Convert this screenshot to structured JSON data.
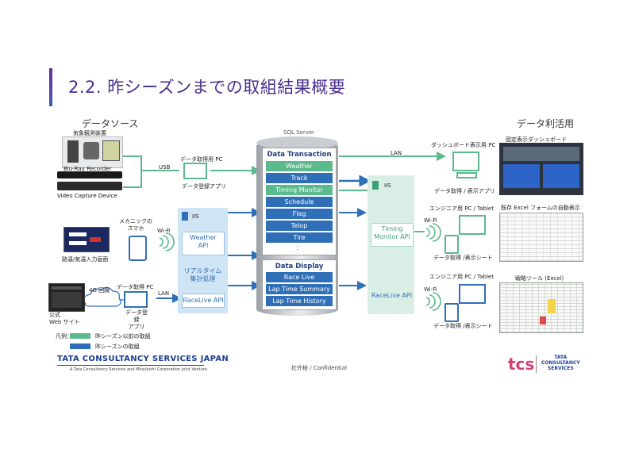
{
  "title": "2.2. 昨シーズンまでの取組結果概要",
  "sections": {
    "sources": "データソース",
    "usage": "データ利活用",
    "sql": "SQL Server"
  },
  "sources": {
    "weather_device": "気象観測装置",
    "bluray": "Blu-Ray Recorder",
    "video": "Video Capture Device",
    "usb": "USB",
    "pc1": "データ取得用 PC",
    "pc1_app": "データ登録アプリ",
    "mechanic": "メカニックの\nスマホ",
    "wifi": "Wi-Fi",
    "input_screen": "路温/気温入力画面",
    "line4g": "4G 回線",
    "pc2": "データ取得 PC",
    "lan": "LAN",
    "pc2_app": "データ登\n録\nアプリ",
    "website": "公式\nWeb サイト"
  },
  "iis_left": {
    "label": "IIS",
    "weather_api": "Weather\nAPI",
    "realtime": "リアルタイム\n集計処理",
    "racelive_api": "RaceLive API"
  },
  "transaction": {
    "title": "Data Transaction",
    "rows": [
      "Weather",
      "Track",
      "Timing Monitor",
      "Schedule",
      "Flag",
      "Telop",
      "Tire",
      "："
    ]
  },
  "display": {
    "title": "Data Display",
    "rows": [
      "Race Live",
      "Lap Time Summary",
      "Lap Time History"
    ]
  },
  "iis_right": {
    "label": "IIS",
    "timing_api": "Timing\nMonitor API",
    "racelive_api": "RaceLive API"
  },
  "usage": {
    "lan": "LAN",
    "dash_pc": "ダッシュボード表示用 PC",
    "dash_app": "データ取得 / 表示アプリ",
    "fixed_dash": "固定表示ダッシュボード",
    "eng1": "エンジニア用 PC / Tablet",
    "wifi1": "Wi-Fi",
    "sheet1": "データ取得 /表示シート",
    "excel_auto": "既存 Excel フォームの自動表示",
    "eng2": "エンジニア用 PC / Tablet",
    "wifi2": "Wi-Fi",
    "sheet2": "データ取得 /表示シート",
    "strategy": "戦略ツール (Excel)"
  },
  "legend": {
    "prefix": "凡例：",
    "prev": "昨シーズン以前の取組",
    "last": "昨シーズンの取組"
  },
  "footer": {
    "company": "TATA CONSULTANCY SERVICES JAPAN",
    "company_sub": "A Tata Consultancy Services and Mitsubishi Corporation Joint Venture",
    "confidential": "社外秘 / Confidential",
    "tcs_logo": "tcs",
    "tcs_name": "TATA\nCONSULTANCY\nSERVICES"
  },
  "colors": {
    "green": "#5ab98d",
    "blue": "#2f6fb7",
    "title": "#4a2d8f"
  }
}
